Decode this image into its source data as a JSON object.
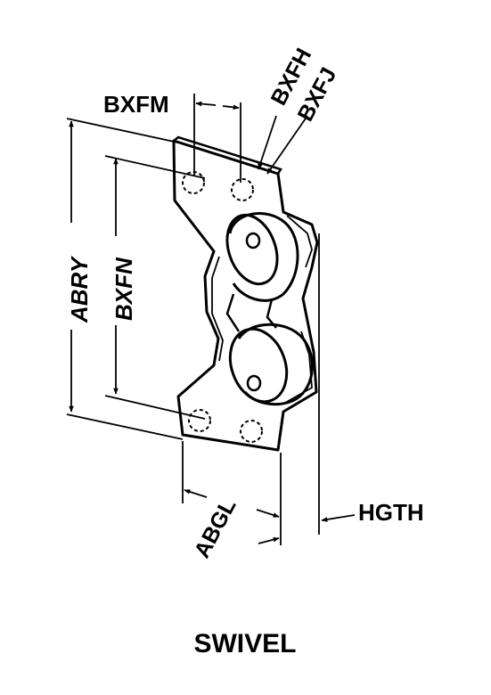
{
  "labels": {
    "bxfm": "BXFM",
    "bxfh": "BXFH",
    "bxfj": "BXFJ",
    "abry": "ABRY",
    "bxfn": "BXFN",
    "abgl": "ABGL",
    "hgth": "HGTH"
  },
  "caption": "SWIVEL",
  "colors": {
    "ink": "#000000",
    "background": "#ffffff"
  }
}
